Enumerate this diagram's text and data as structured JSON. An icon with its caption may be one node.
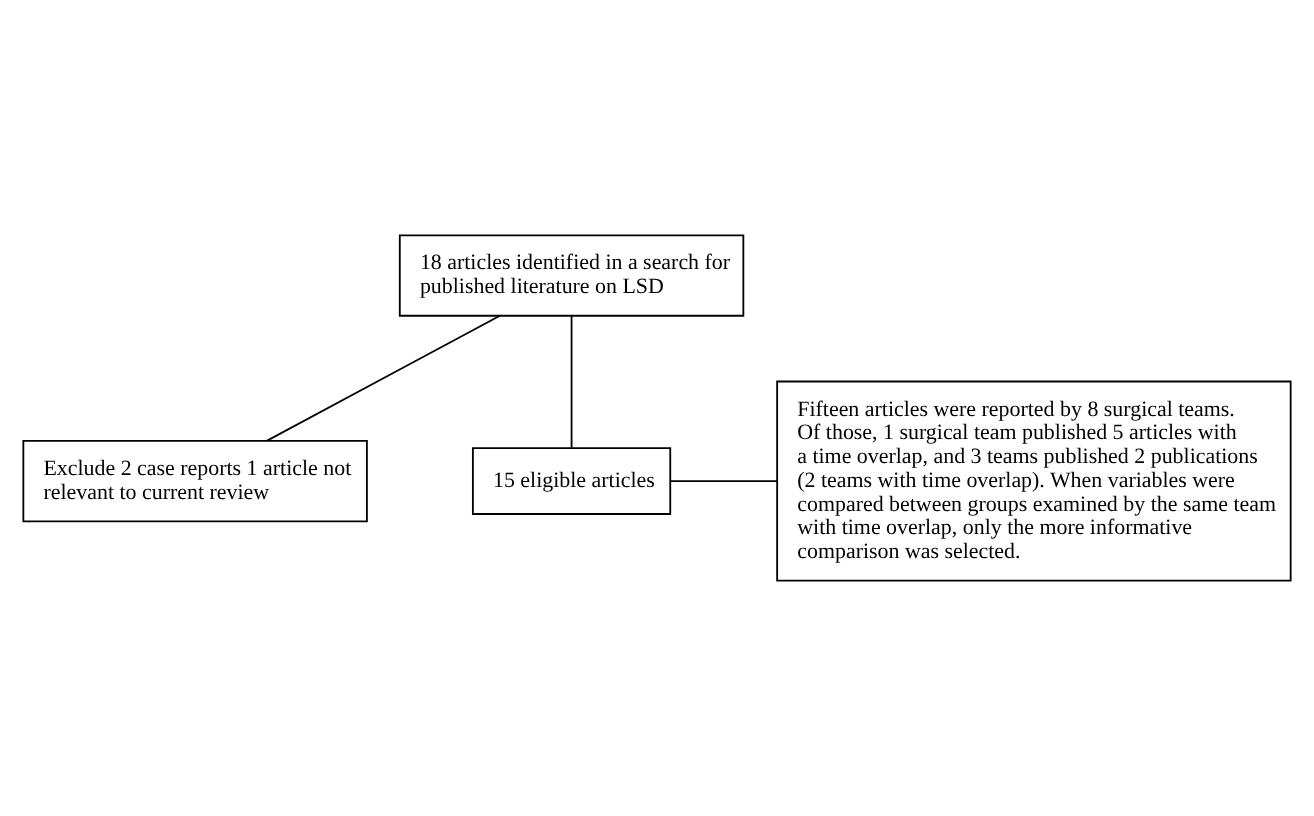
{
  "diagram": {
    "nodes": [
      {
        "text": [
          "18 articles identified in a search for published literature on LSD"
        ]
      },
      {
        "text": [
          "Exclude 2 case reports 1 article not relevant to current review"
        ]
      },
      {
        "text": [
          "15 eligible articles"
        ]
      },
      {
        "text": [
          "Fifteen articles were reported by 8 surgical teams. Of those, 1 surgical team published 5 articles with a time overlap, and 3 teams published 2 publications (2 teams with time overlap). When variables were compared between groups examined by the same team with time overlap, only the more informative comparison was selected."
        ]
      }
    ],
    "edges": [
      {
        "from": 0,
        "to": 2,
        "arrow": "none"
      },
      {
        "from": 0,
        "to": 1,
        "arrow": "none"
      },
      {
        "from": 2,
        "to": 3,
        "arrow": "none"
      }
    ]
  }
}
